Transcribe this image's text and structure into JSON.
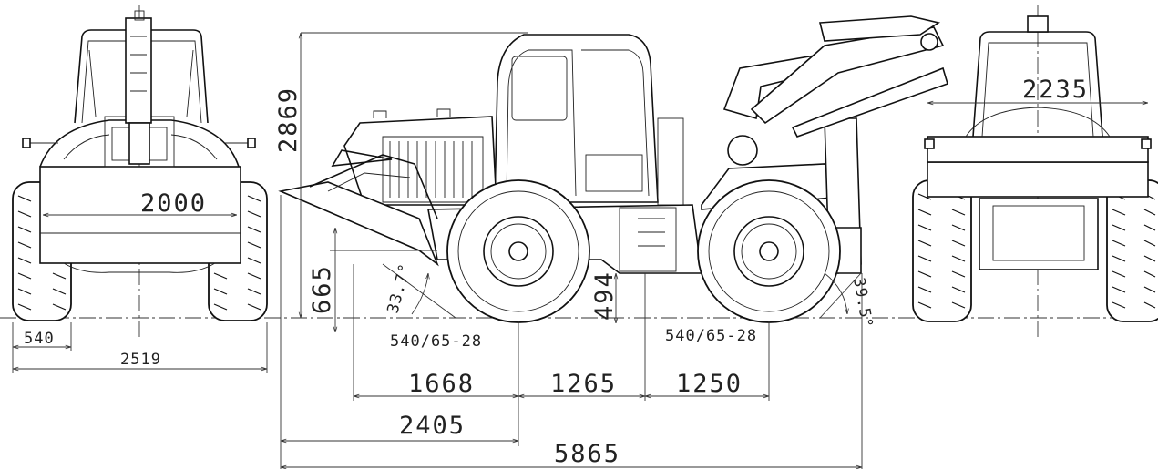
{
  "drawing": {
    "front_view": {
      "width_body": "2000",
      "tire_width": "540",
      "overall_width": "2519"
    },
    "side_view": {
      "height": "2869",
      "ground_clearance_blade": "665",
      "clearance_center": "494",
      "approach_angle": "33.7°",
      "departure_angle": "39.5°",
      "tire_front": "540/65-28",
      "tire_rear": "540/65-28",
      "dim_a": "1668",
      "dim_b": "1265",
      "dim_c": "1250",
      "dim_d": "2405",
      "length": "5865"
    },
    "rear_view": {
      "width_top": "2235"
    }
  }
}
